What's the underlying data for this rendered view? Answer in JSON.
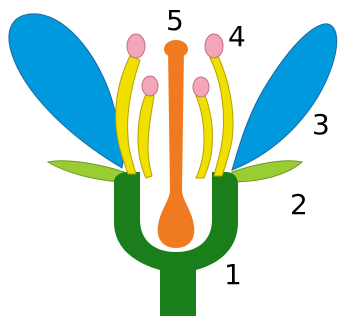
{
  "labels": {
    "receptacle": "1",
    "sepal": "2",
    "petal": "3",
    "stamen": "4",
    "pistil": "5"
  },
  "colors": {
    "receptacle": "#1a7f1a",
    "sepal": "#9acd32",
    "petal": "#0099dd",
    "filament": "#f0e000",
    "anther": "#f4a6b8",
    "pistil": "#f07a20"
  }
}
